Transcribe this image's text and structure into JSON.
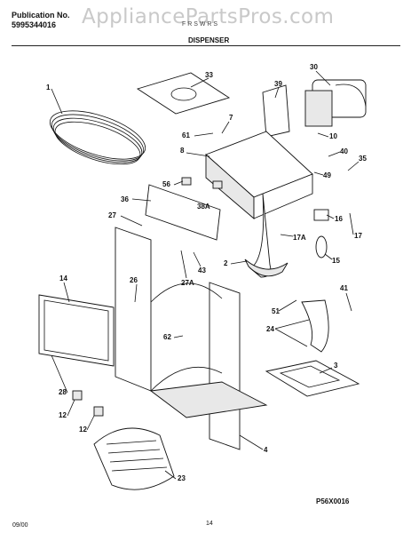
{
  "header": {
    "publication_label": "Publication No.",
    "publication_number": "5995344016",
    "watermark": "AppliancePartsPros.com",
    "model_text": "F R S W R S",
    "section_title": "DISPENSER"
  },
  "footer": {
    "diagram_code": "P56X0016",
    "date": "09/00",
    "page_number": "14"
  },
  "callouts": [
    "1",
    "33",
    "30",
    "39",
    "7",
    "61",
    "10",
    "40",
    "8",
    "35",
    "49",
    "56",
    "36",
    "38A",
    "16",
    "27",
    "17A",
    "17",
    "15",
    "2",
    "43",
    "27A",
    "14",
    "26",
    "41",
    "51",
    "62",
    "24",
    "3",
    "28",
    "12",
    "12",
    "4",
    "23"
  ]
}
